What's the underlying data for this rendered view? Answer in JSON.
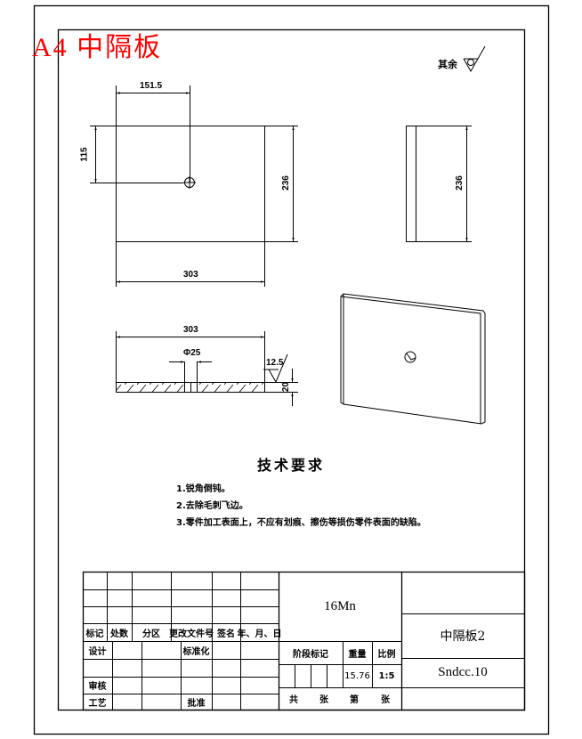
{
  "sheet": {
    "size_label": "A4",
    "title_stamp": "A4 中隔板",
    "title_color": "#ff0000",
    "surface_note": "其余"
  },
  "views": {
    "front": {
      "dim_hole_x": "151.5",
      "dim_hole_y": "115",
      "dim_height": "236",
      "dim_width": "303"
    },
    "side": {
      "dim_height": "236"
    },
    "section": {
      "dim_width": "303",
      "dim_hole_dia": "Φ25",
      "roughness": "12.5",
      "dim_thickness": "20"
    },
    "isometric": {
      "label": ""
    }
  },
  "technical_requirements": {
    "title": "技术要求",
    "items": [
      "1.锐角倒钝。",
      "2.去除毛刺飞边。",
      "3.零件加工表面上，不应有划痕、擦伤等损伤零件表面的缺陷。"
    ]
  },
  "title_block": {
    "revision_headers": [
      "标记",
      "处数",
      "分区",
      "更改文件号",
      "签名",
      "年、月、日"
    ],
    "approval_rows": [
      {
        "label": "设计",
        "right_label": "标准化"
      },
      {
        "label": "",
        "right_label": ""
      },
      {
        "label": "审核",
        "right_label": ""
      },
      {
        "label": "工艺",
        "right_label": "批准"
      }
    ],
    "material": "16Mn",
    "stage_label": "阶段标记",
    "weight_label": "重量",
    "scale_label": "比例",
    "weight": "15.76",
    "scale": "1:5",
    "sheet_count": [
      "共",
      "张",
      "第",
      "张"
    ],
    "part_name": "中隔板2",
    "drawing_number": "Sndcc.10"
  }
}
